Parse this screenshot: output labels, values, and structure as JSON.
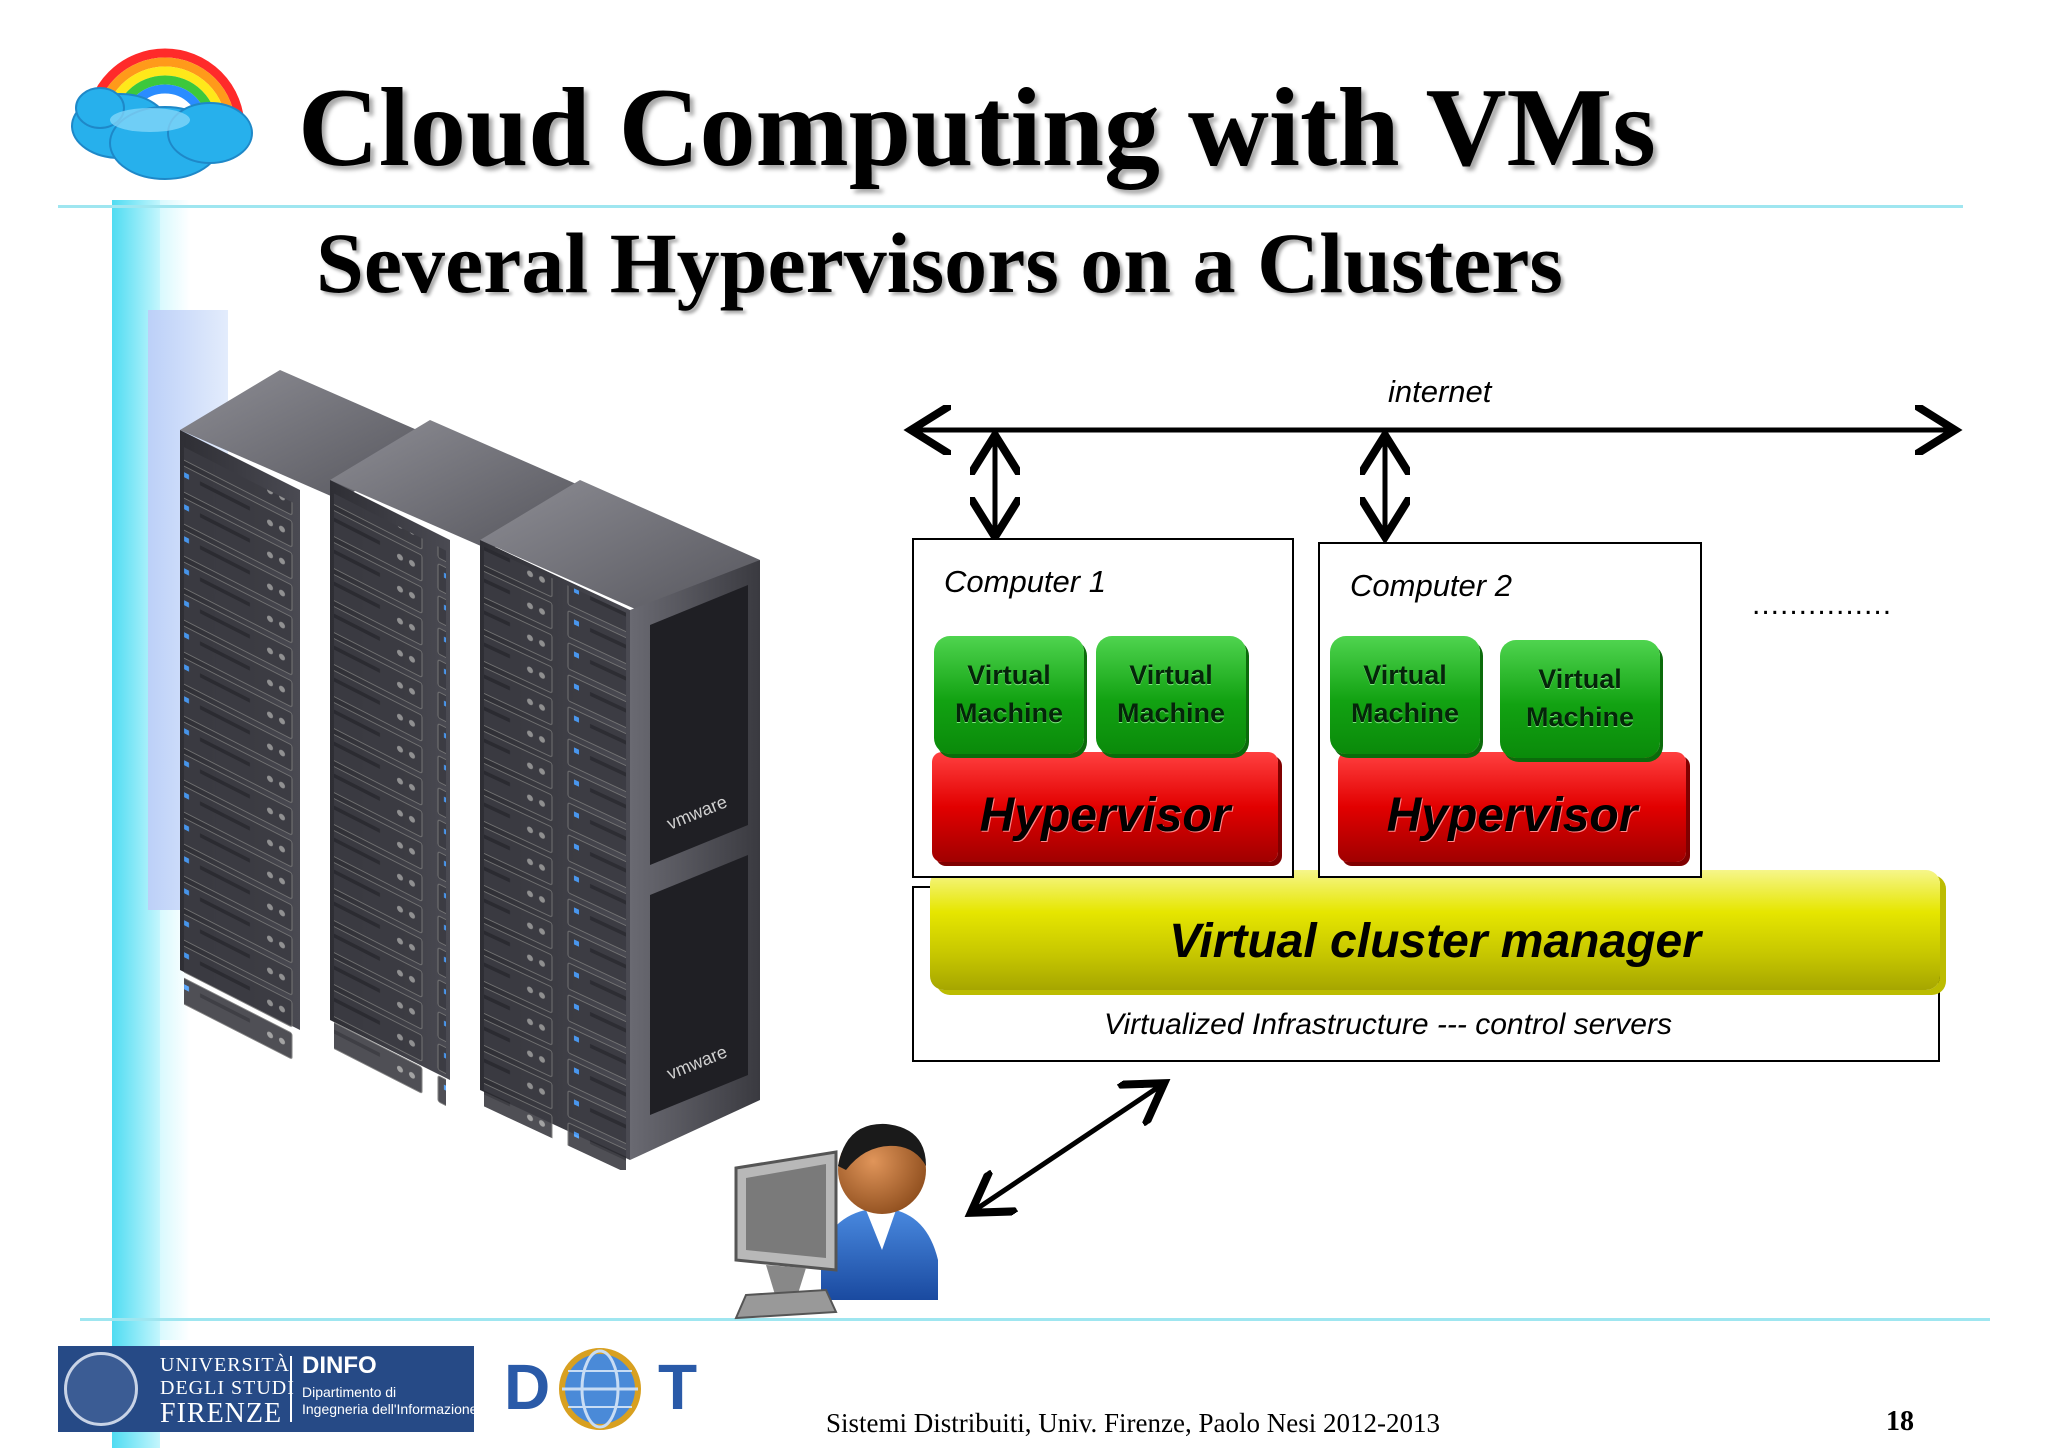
{
  "slide": {
    "title": "Cloud Computing with VMs",
    "subtitle": "Several Hypervisors on a Clusters"
  },
  "diagram": {
    "internet_label": "internet",
    "computers": [
      {
        "label": "Computer 1",
        "vms": [
          {
            "line1": "Virtual",
            "line2": "Machine"
          },
          {
            "line1": "Virtual",
            "line2": "Machine"
          }
        ],
        "hypervisor": "Hypervisor"
      },
      {
        "label": "Computer 2",
        "vms": [
          {
            "line1": "Virtual",
            "line2": "Machine"
          },
          {
            "line1": "Virtual",
            "line2": "Machine"
          }
        ],
        "hypervisor": "Hypervisor"
      }
    ],
    "more_dots": "...............",
    "cluster_manager": "Virtual cluster manager",
    "infrastructure_label": "Virtualized Infrastructure --- control servers"
  },
  "server_rack": {
    "brand_label": "vmware"
  },
  "footer": {
    "course_text": "Sistemi Distribuiti, Univ. Firenze, Paolo Nesi 2012-2013",
    "page_number": "18",
    "university": {
      "line1": "UNIVERSITÀ",
      "line2": "DEGLI STUDI",
      "line3": "FIRENZE"
    },
    "dinfo": {
      "name": "DINFO",
      "line1": "Dipartimento di",
      "line2": "Ingegneria dell'Informazione"
    },
    "disit": {
      "letters": [
        "D",
        "T"
      ]
    }
  },
  "colors": {
    "vm_green": "#12a212",
    "hypervisor_red": "#e20000",
    "manager_yellow": "#e6e600",
    "accent_cyan": "#4fdcf2"
  }
}
